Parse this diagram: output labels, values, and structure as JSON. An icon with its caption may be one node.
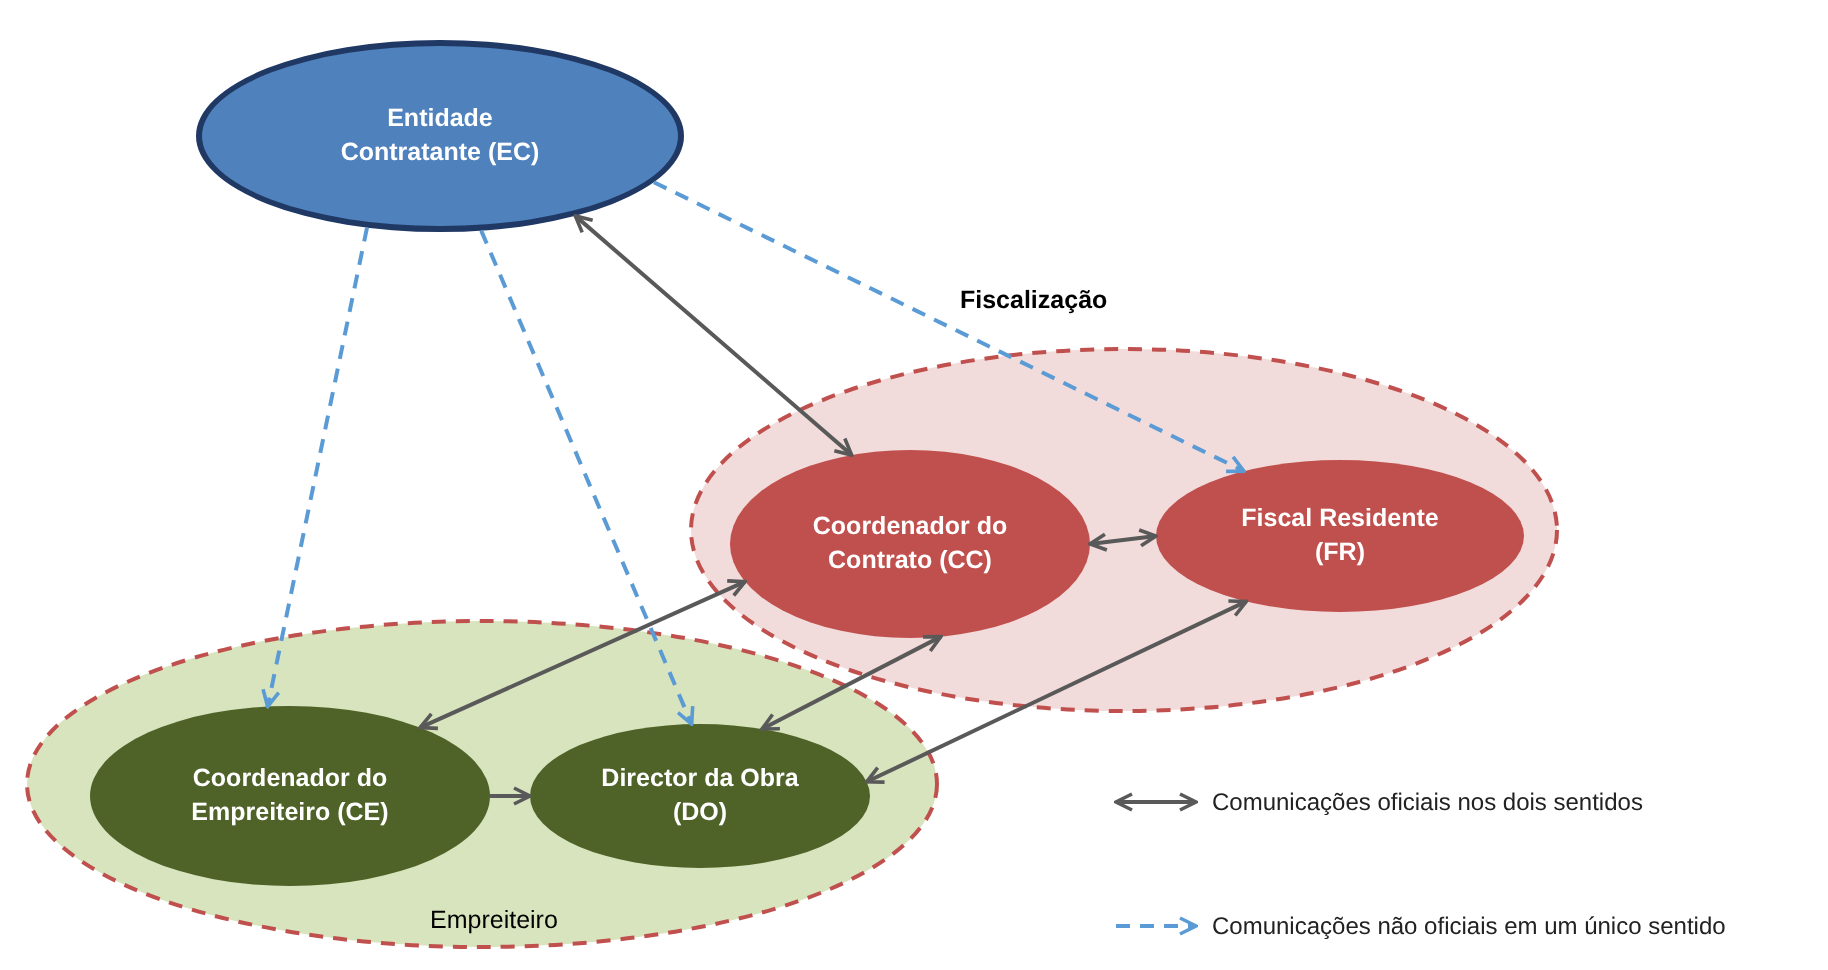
{
  "diagram": {
    "nodes": [
      {
        "text": [
          "Entidade Contratante (EC)"
        ]
      },
      {
        "text": [
          "Fiscalização"
        ]
      },
      {
        "text": [
          "Coordenador do Contrato (CC)"
        ],
        "in": 1
      },
      {
        "text": [
          "Fiscal Residente (FR)"
        ],
        "in": 1
      },
      {
        "text": [
          "Empreiteiro"
        ]
      },
      {
        "text": [
          "Coordenador do Empreiteiro (CE)"
        ],
        "in": 4
      },
      {
        "text": [
          "Director da Obra (DO)"
        ],
        "in": 4
      }
    ],
    "edges": [
      {
        "from": 0,
        "to": 2,
        "arrow": "both"
      },
      {
        "from": 0,
        "to": 3,
        "arrow": "to",
        "style": "dashed",
        "color": "#5b9bd5"
      },
      {
        "from": 0,
        "to": 5,
        "arrow": "to",
        "style": "dashed",
        "color": "#5b9bd5"
      },
      {
        "from": 0,
        "to": 6,
        "arrow": "to",
        "style": "dashed",
        "color": "#5b9bd5"
      },
      {
        "from": 2,
        "to": 5,
        "arrow": "both"
      },
      {
        "from": 2,
        "to": 6,
        "arrow": "both"
      },
      {
        "from": 3,
        "to": 6,
        "arrow": "both"
      },
      {
        "from": 2,
        "to": 3,
        "arrow": "both"
      },
      {
        "from": 5,
        "to": 6,
        "arrow": "to"
      }
    ],
    "legend": [
      {
        "text": "Comunicações oficiais nos dois sentidos"
      },
      {
        "text": "Comunicações não oficiais em um único sentido"
      }
    ]
  }
}
